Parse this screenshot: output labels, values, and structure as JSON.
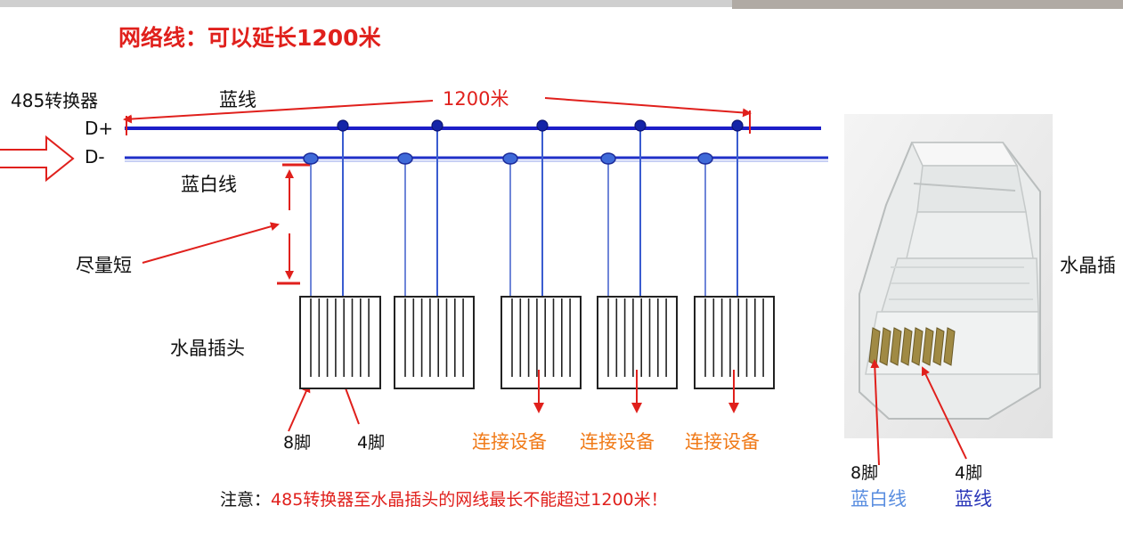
{
  "title": "网络线：可以延长1200米",
  "converter": {
    "label": "485转换器",
    "d_plus": "D+",
    "d_minus": "D-"
  },
  "wires": {
    "blue_label": "蓝线",
    "blue_white_label": "蓝白线",
    "length_label": "1200米"
  },
  "short_label": "尽量短",
  "plug_label": "水晶插头",
  "pins": {
    "pin8": "8脚",
    "pin4": "4脚"
  },
  "devices": [
    "连接设备",
    "连接设备",
    "连接设备"
  ],
  "note": {
    "prefix": "注意：",
    "text": "485转换器至水晶插头的网线最长不能超过1200米！"
  },
  "photo": {
    "side_label": "水晶插",
    "pin8": "8脚",
    "pin8_wire": "蓝白线",
    "pin4": "4脚",
    "pin4_wire": "蓝线"
  },
  "colors": {
    "blue_wire": "#1c1ec8",
    "blue_white_wire": "#2030c8",
    "tap_line": "#3a5cd0",
    "red": "#e0201c",
    "orange": "#f07a18",
    "light_blue_text": "#5a8ee0",
    "dark_blue_text": "#2a36b8"
  },
  "plug_count": 5
}
